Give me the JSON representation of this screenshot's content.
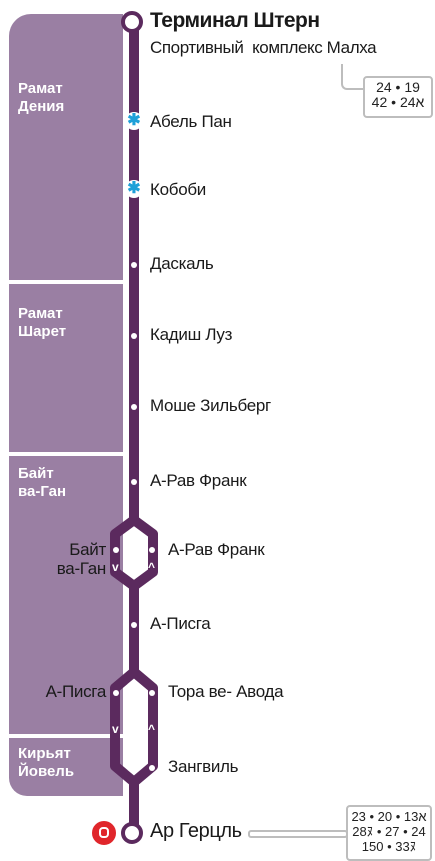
{
  "colors": {
    "line": "#5b2a5e",
    "band": "#9a7fa3",
    "accessible": "#1fa0d8",
    "metro": "#e0262b"
  },
  "terminal_start": {
    "name": "Терминал Штерн",
    "subtitle": "Спортивный  комплекс Малха"
  },
  "top_bus_box": {
    "line1": "24 • 19",
    "line2": "42 • א24"
  },
  "neighborhoods": [
    {
      "label": "Рамат\nДения"
    },
    {
      "label": "Рамат\nШарет"
    },
    {
      "label": "Байт\nва-Ган"
    },
    {
      "label": "Кирьят\nЙовель"
    }
  ],
  "stops": [
    {
      "name": "Абель Пан",
      "icon": "accessible-icon"
    },
    {
      "name": "Кобоби",
      "icon": "accessible-icon"
    },
    {
      "name": "Даскаль"
    },
    {
      "name": "Кадиш Луз"
    },
    {
      "name": "Моше Зильберг"
    },
    {
      "name": "А-Рав Франк"
    }
  ],
  "split1": {
    "left": "Байт\nва-Ган",
    "right": "А-Рав Франк"
  },
  "after_split1": {
    "name": "А-Писга"
  },
  "split2": {
    "left": "А-Писга",
    "right_top": "Тора ве- Авода",
    "right_bottom": "Зангвиль"
  },
  "terminal_end": {
    "name": "Ар Герцль",
    "icon": "metro-icon"
  },
  "bottom_bus_box": {
    "line1": "23 • 20 • א13",
    "line2": "28ﾇ • 27 • 24",
    "line3": "150 • 33ﾇ"
  }
}
